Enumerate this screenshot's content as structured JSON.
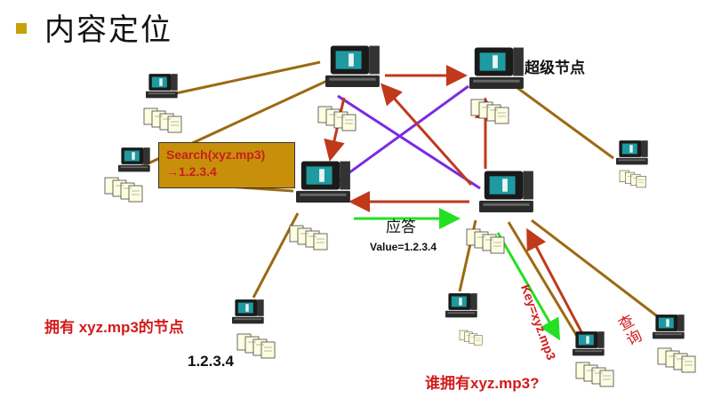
{
  "slide": {
    "title": "内容定位",
    "super_node_label": "超级节点",
    "search_query": "Search(xyz.mp3)",
    "search_result": "→1.2.3.4",
    "response_label": "应答",
    "value_label": "Value=1.2.3.4",
    "owner_label": "拥有 xyz.mp3的节点",
    "owner_ip": "1.2.3.4",
    "requester_label": "谁拥有xyz.mp3?",
    "key_label": "Key=xyz.mp3",
    "query_label_1": "查",
    "query_label_2": "询"
  },
  "colors": {
    "bullet": "#c8a008",
    "red_arrow": "#c0391b",
    "purple_link": "#7a2be0",
    "brown_link": "#9c6a12",
    "green_arrow": "#22e022",
    "search_box_fill": "#c8900a"
  },
  "icons": {
    "computer": "computer-icon",
    "files": "file-stack-icon"
  }
}
